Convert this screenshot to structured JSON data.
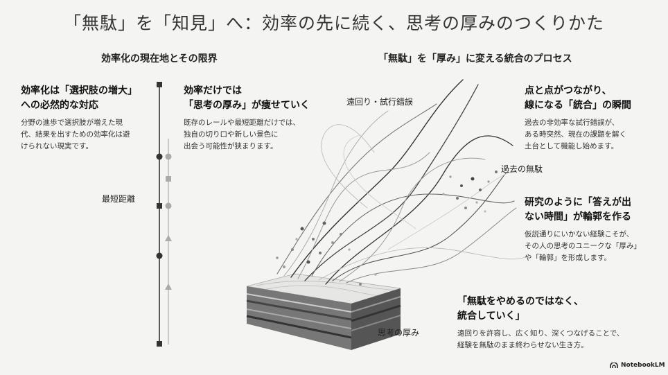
{
  "title": "「無駄」を「知見」へ：効率の先に続く、思考の厚みのつくりかた",
  "left_section": {
    "heading": "効率化の現在地とその限界",
    "block1": {
      "title_lines": [
        "効率化は「選択肢の増大」",
        "への必然的な対応"
      ],
      "body_lines": [
        "分野の進歩で選択肢が増えた現",
        "代、結果を出すための効率化は避",
        "けられない現実です。"
      ]
    },
    "block2": {
      "title_lines": [
        "効率だけでは",
        "「思考の厚み」が痩せていく"
      ],
      "body_lines": [
        "既存のレールや最短距離だけでは、",
        "独自の切り口や新しい景色に",
        "出会う可能性が狭まります。"
      ]
    },
    "shortest_label": "最短距離"
  },
  "right_section": {
    "heading": "「無駄」を「厚み」に変える統合のプロセス",
    "detour_label": "遠回り・試行錯誤",
    "past_waste_label": "過去の無駄",
    "thickness_label": "思考の厚み",
    "block1": {
      "title_lines": [
        "点と点がつながり、",
        "線になる「統合」の瞬間"
      ],
      "body_lines": [
        "過去の非効率な試行錯誤が、",
        "ある時突然、現在の課題を解く",
        "土台として機能し始めます。"
      ]
    },
    "block2": {
      "title_lines": [
        "研究のように「答えが出",
        "ない時間」が輪郭を作る"
      ],
      "body_lines": [
        "仮説通りにいかない経験こそが、",
        "その人の思考のユニークな「厚み」",
        "や「輪郭」を形成します。"
      ]
    },
    "block3": {
      "title_lines": [
        "「無駄をやめるのではなく、",
        "統合していく」"
      ],
      "body_lines": [
        "遠回りを許容し、広く知り、深くつなげることで、",
        "経験を無駄のまま終わらせない生き方。"
      ]
    }
  },
  "branding": {
    "logo_text": "NotebookLM"
  }
}
